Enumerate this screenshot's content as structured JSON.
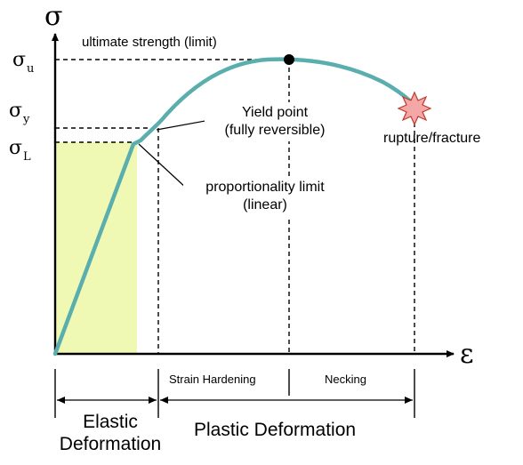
{
  "axes": {
    "y_symbol": "σ",
    "x_symbol": "ε"
  },
  "stress_levels": {
    "ultimate": {
      "symbol": "σ",
      "subscript": "u"
    },
    "yield": {
      "symbol": "σ",
      "subscript": "y"
    },
    "proportional": {
      "symbol": "σ",
      "subscript": "L"
    }
  },
  "annotations": {
    "ultimate_strength": "ultimate strength (limit)",
    "yield_point_line1": "Yield point",
    "yield_point_line2": "(fully reversible)",
    "proportionality_line1": "proportionality limit",
    "proportionality_line2": "(linear)",
    "rupture": "rupture/fracture"
  },
  "regions": {
    "strain_hardening": "Strain Hardening",
    "necking": "Necking",
    "elastic_line1": "Elastic",
    "elastic_line2": "Deformation",
    "plastic": "Plastic Deformation"
  },
  "colors": {
    "curve": "#5aaeae",
    "elastic_fill": "#f0f9b3",
    "rupture_fill": "#f4a7a7",
    "rupture_stroke": "#c0392b",
    "axis": "#000000"
  }
}
